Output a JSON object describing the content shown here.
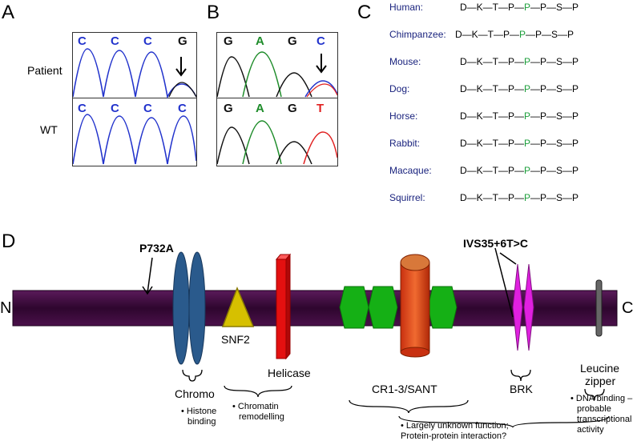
{
  "panels": {
    "a": {
      "letter": "A",
      "row1_label": "Patient",
      "row2_label": "WT",
      "row1_bases": [
        "C",
        "C",
        "C",
        "G"
      ],
      "row2_bases": [
        "C",
        "C",
        "C",
        "C"
      ]
    },
    "b": {
      "letter": "B",
      "row1_bases": [
        "G",
        "A",
        "G",
        "C"
      ],
      "row2_bases": [
        "G",
        "A",
        "G",
        "T"
      ]
    },
    "c": {
      "letter": "C",
      "species": [
        "Human:",
        "Chimpanzee:",
        "Mouse:",
        "Dog:",
        "Horse:",
        "Rabbit:",
        "Macaque:",
        "Squirrel:"
      ],
      "seq_before": "D—K—T—P—",
      "seq_mid": "P",
      "seq_after": "—P—S—P"
    },
    "d": {
      "letter": "D",
      "n_term": "N",
      "c_term": "C",
      "mutation1": "P732A",
      "mutation2": "IVS35+6T>C",
      "domains": {
        "chromo": "Chromo",
        "snf2": "SNF2",
        "helicase": "Helicase",
        "cr": "CR1-3/SANT",
        "brk": "BRK",
        "leucine1": "Leucine",
        "leucine2": "zipper"
      },
      "notes": {
        "histone1": "• Histone",
        "histone2": "binding",
        "chromatin1": "• Chromatin",
        "chromatin2": "remodelling",
        "unknown1": "• Largely unknown function;",
        "unknown2": "Protein-protein interaction?",
        "dna1": "• DNA binding –",
        "dna2": "probable",
        "dna3": "transcriptional",
        "dna4": "activity"
      }
    }
  },
  "colors": {
    "blue_trace": "#2233cc",
    "green_trace": "#1e8c2a",
    "red_trace": "#e02020",
    "protein": "#3a0a3a",
    "species": "#1a237e",
    "highlight": "#1b9e3a"
  }
}
